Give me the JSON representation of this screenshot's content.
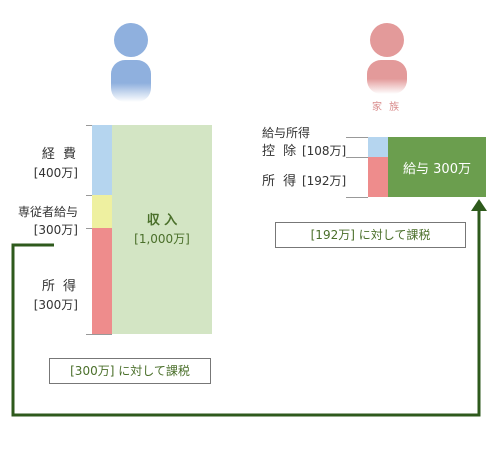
{
  "colors": {
    "person_left": "#8fb0de",
    "person_right": "#e39a9a",
    "expense": "#b5d5ef",
    "employee_salary": "#eef0a0",
    "income": "#ee8c8c",
    "revenue": "#d3e5c4",
    "salary_box": "#6b9e4e",
    "arrow": "#2e5a1c"
  },
  "left": {
    "labels": {
      "expense_title": "経 費",
      "expense_amount": "[400万]",
      "employee_salary_title": "専従者給与",
      "employee_salary_amount": "[300万]",
      "income_title": "所 得",
      "income_amount": "[300万]"
    },
    "revenue_title": "収 入",
    "revenue_amount": "[1,000万]",
    "tax_note": "[300万] に対して課税"
  },
  "right": {
    "family_label": "家 族",
    "deduction_title_1": "給与所得",
    "deduction_title_2": "控 除",
    "deduction_amount": "[108万]",
    "income_title": "所 得",
    "income_amount": "[192万]",
    "salary_label": "給与 300万",
    "tax_note": "[192万] に対して課税"
  }
}
